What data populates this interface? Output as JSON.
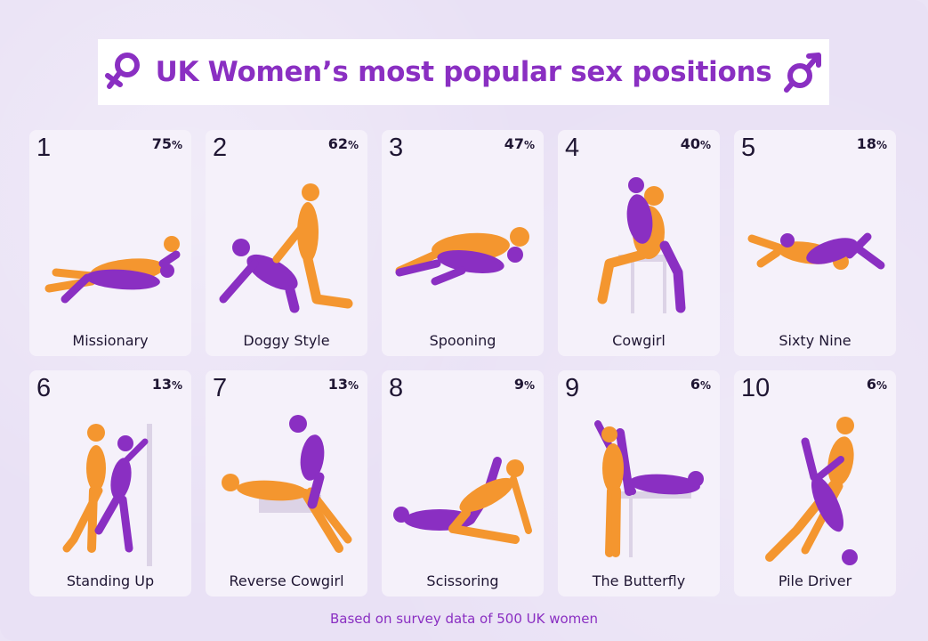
{
  "title": "UK Women’s most popular sex positions",
  "footnote": "Based on survey data of 500 UK women",
  "colors": {
    "accent": "#8a2fc2",
    "figure_orange": "#f4962f",
    "figure_purple": "#8a2fc2",
    "card": "#f5f1fa",
    "background": "#e9e1f5"
  },
  "icons": {
    "left": "venus-icon",
    "right": "mars-venus-icon"
  },
  "chart_data": {
    "type": "table",
    "title": "UK Women’s most popular sex positions",
    "unit": "%",
    "items": [
      {
        "rank": "1",
        "name": "Missionary",
        "value": "75"
      },
      {
        "rank": "2",
        "name": "Doggy Style",
        "value": "62"
      },
      {
        "rank": "3",
        "name": "Spooning",
        "value": "47"
      },
      {
        "rank": "4",
        "name": "Cowgirl",
        "value": "40"
      },
      {
        "rank": "5",
        "name": "Sixty Nine",
        "value": "18"
      },
      {
        "rank": "6",
        "name": "Standing Up",
        "value": "13"
      },
      {
        "rank": "7",
        "name": "Reverse Cowgirl",
        "value": "13"
      },
      {
        "rank": "8",
        "name": "Scissoring",
        "value": "9"
      },
      {
        "rank": "9",
        "name": "The Butterfly",
        "value": "6"
      },
      {
        "rank": "10",
        "name": "Pile Driver",
        "value": "6"
      }
    ]
  }
}
